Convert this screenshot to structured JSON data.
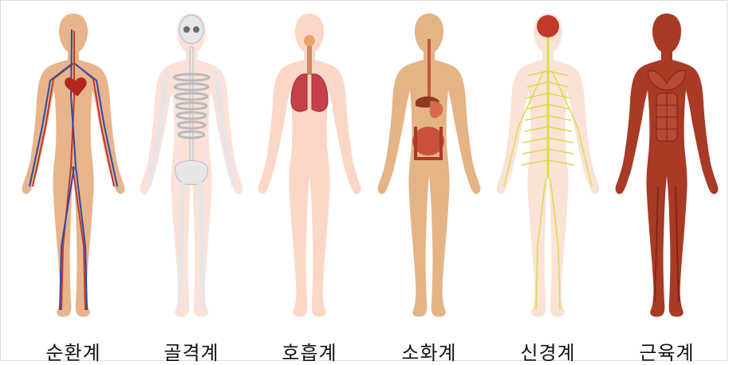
{
  "systems": [
    {
      "label": "순환계",
      "skin": "#e7b48b",
      "detail": "circulatory"
    },
    {
      "label": "골격계",
      "skin": "#fbe1d7",
      "detail": "skeletal"
    },
    {
      "label": "호흡계",
      "skin": "#fcd6c7",
      "detail": "respiratory"
    },
    {
      "label": "소화계",
      "skin": "#e4b386",
      "detail": "digestive"
    },
    {
      "label": "신경계",
      "skin": "#fbe2d6",
      "detail": "nervous"
    },
    {
      "label": "근육계",
      "skin": "#a93a25",
      "detail": "muscular"
    }
  ]
}
